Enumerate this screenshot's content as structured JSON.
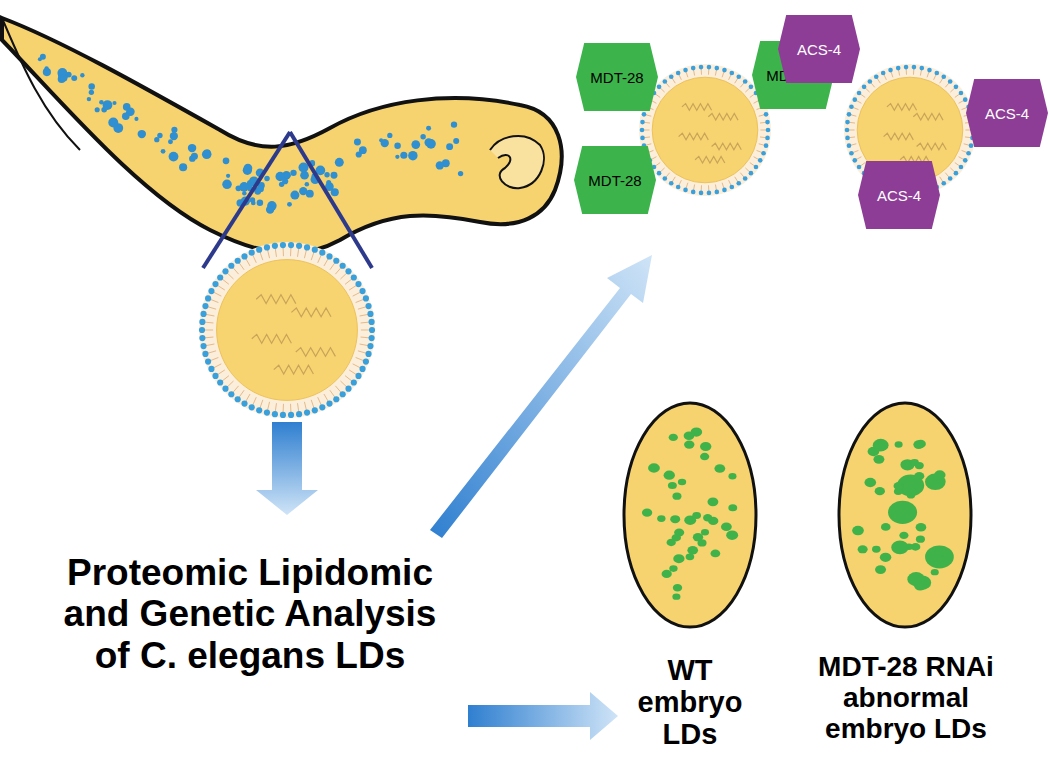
{
  "diagram": {
    "nodes": [
      {
        "text": [
          "MDT-28"
        ]
      },
      {
        "text": [
          "MDT-28"
        ]
      },
      {
        "text": [
          "MDT-28"
        ]
      },
      {
        "text": [
          "ACS-4"
        ]
      },
      {
        "text": [
          "ACS-4"
        ]
      },
      {
        "text": [
          "ACS-4"
        ]
      }
    ],
    "labels": [
      "Proteomic Lipidomic and Genetic Analysis of C. elegans LDs",
      "WT embryo LDs",
      "MDT-28 RNAi abnormal embryo LDs"
    ]
  }
}
